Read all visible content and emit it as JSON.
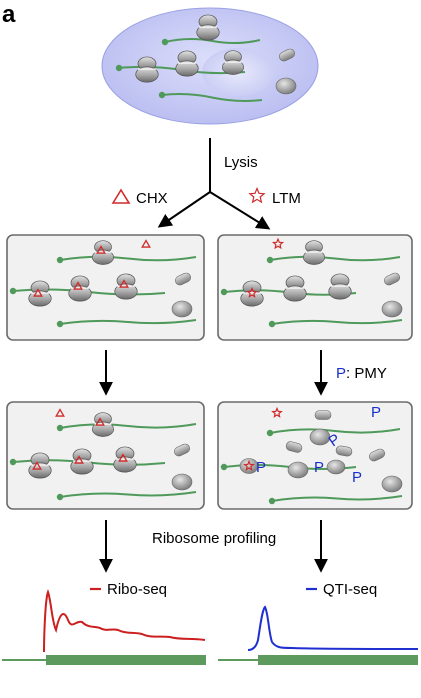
{
  "panel_label": "a",
  "step_lysis": "Lysis",
  "drug_chx": "CHX",
  "drug_ltm": "LTM",
  "pmy_symbol": "P",
  "pmy_label": ": PMY",
  "puromycin_glyph": "P",
  "profiling_label": "Ribosome profiling",
  "ribo_seq_label": "Ribo-seq",
  "qti_seq_label": "QTI-seq",
  "colors": {
    "mrna": "#4f9a5a",
    "drug": "#d02a2a",
    "pmy": "#1a2fc8",
    "ribo_trace": "#cc1f1f",
    "qti_trace": "#1f2fd0",
    "cell": "#c9ccf3",
    "box_border": "#6b6b6b",
    "cds_bar": "#5c9a5e"
  },
  "icons": {
    "ribosome": "ribosome-icon",
    "chx": "triangle-outline-icon",
    "ltm": "star-outline-icon"
  }
}
